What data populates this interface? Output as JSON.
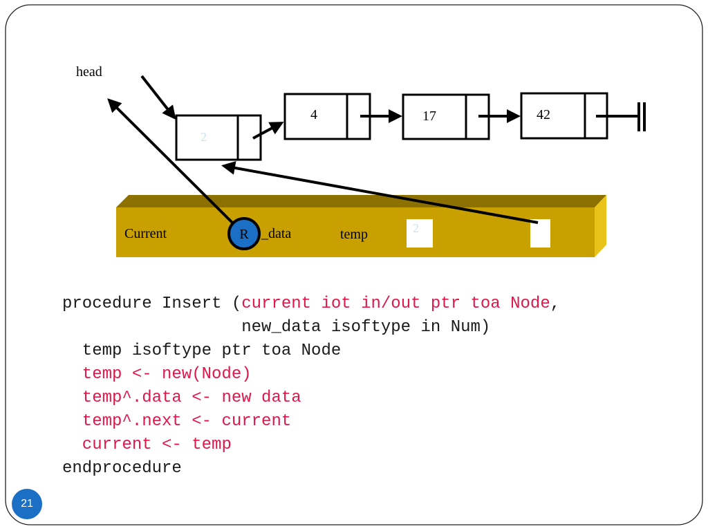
{
  "slide": {
    "page_number": "21"
  },
  "diagram": {
    "head_label": "head",
    "new_node_value": "2",
    "list_nodes": [
      {
        "value": "4"
      },
      {
        "value": "17"
      },
      {
        "value": "42"
      }
    ],
    "frame": {
      "current_label": "Current",
      "r_badge": "R",
      "new_data_label": "_data",
      "temp_label": "temp",
      "new_data_value": "2"
    }
  },
  "code": {
    "line1_prefix": "procedure Insert (",
    "line1_highlight": "current iot in/out ptr toa Node",
    "line1_suffix": ",",
    "line2": "                  new_data isoftype in Num)",
    "line3": "  temp isoftype ptr toa Node",
    "line4": "  temp <- new(Node)",
    "line5": "  temp^.data <- new data",
    "line6": "  temp^.next <- current",
    "line7": "  current <- temp",
    "line8": "endprocedure"
  }
}
